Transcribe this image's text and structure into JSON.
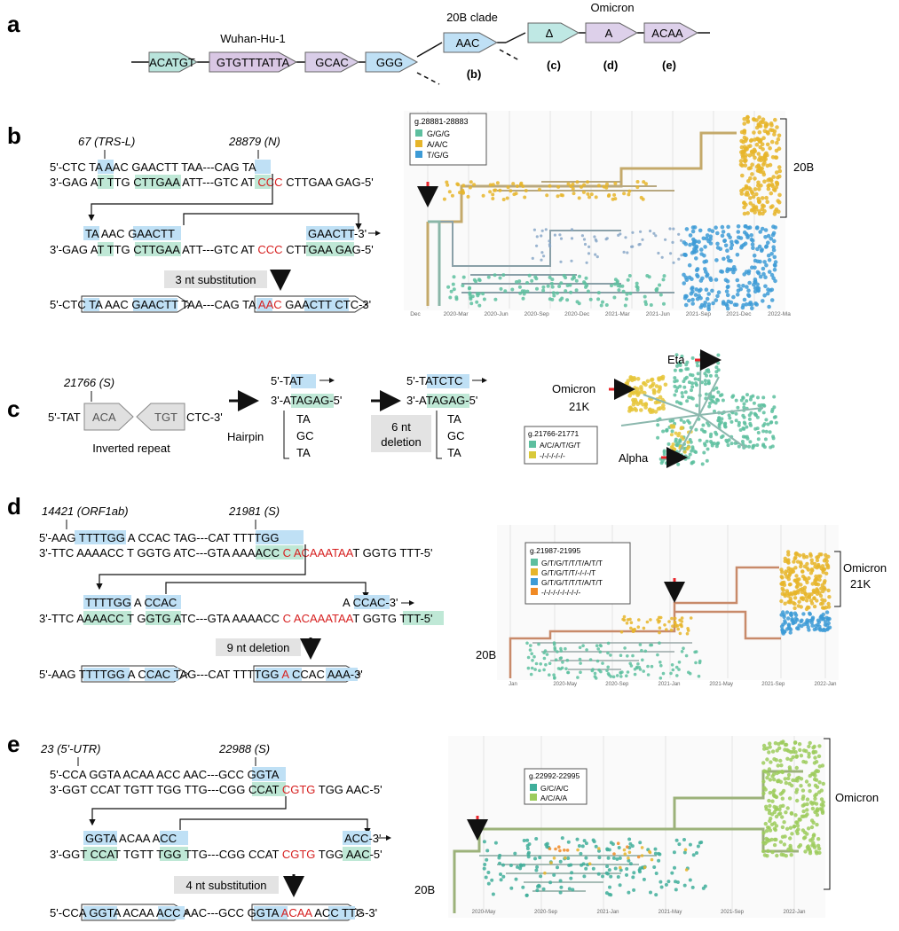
{
  "panels": {
    "a": "a",
    "b": "b",
    "c": "c",
    "d": "d",
    "e": "e"
  },
  "panel_a": {
    "wuhan_label": "Wuhan-Hu-1",
    "clade_label": "20B clade",
    "omicron_label": "Omicron",
    "segments": [
      "ACATGT",
      "GTGTTTATTA",
      "GCAC",
      "GGG",
      "AAC",
      "Δ",
      "A",
      "ACAA"
    ],
    "refs": [
      "(b)",
      "(c)",
      "(d)",
      "(e)"
    ]
  },
  "panel_b": {
    "pos1": "67 (TRS-L)",
    "pos2": "28879 (N)",
    "top_strand": [
      "5'-CTC ",
      "TA",
      " AAC GAACTT TAA---CAG ",
      "TA"
    ],
    "bottom_strand": [
      "3'-GAG ",
      "AT",
      " TTG ",
      "CTTGAA",
      " ATT---GTC ",
      "AT",
      " ",
      "CCC",
      " CTTGAA GAG-5'"
    ],
    "mid_top": [
      "TA",
      " AAC ",
      "GAACTT",
      "GAACTT",
      "-3'"
    ],
    "mid_bottom": [
      "3'-GAG ",
      "AT",
      " TTG ",
      "CTTGAA",
      " ATT---GTC AT ",
      "CCC",
      " ",
      "CTTGAA",
      " GAG-5'"
    ],
    "event": "3 nt substitution",
    "result": [
      "5'-CTC ",
      "TA",
      " AAC ",
      "GAACTT",
      " TAA---CAG ",
      "TA",
      " ",
      "AAC",
      " ",
      "GAACTT",
      " CTC-3'"
    ],
    "legend_title": "g.28881-28883",
    "legend": [
      {
        "label": "G/G/G",
        "color": "#5dbf9f"
      },
      {
        "label": "A/A/C",
        "color": "#e6b52a"
      },
      {
        "label": "T/G/G",
        "color": "#3d9bd6"
      }
    ],
    "bracket_label": "20B"
  },
  "panel_c": {
    "pos": "21766 (S)",
    "seq": [
      "5'-TAT ",
      "ACA",
      "TGT",
      " CTC-3'"
    ],
    "repeat_label": "Inverted repeat",
    "hairpin_top": "TAT",
    "hairpin_bottom": "ATAGAG",
    "hairpin_5": "5'-",
    "hairpin_3": "3'-",
    "end5": "-5'",
    "hairpin_pairs": [
      "TA",
      "GC",
      "TA"
    ],
    "hairpin_label": "Hairpin",
    "event": [
      "6 nt",
      "deletion"
    ],
    "result_top": "TATCTC",
    "legend_title": "g.21766-21771",
    "legend": [
      {
        "label": "A/C/A/T/G/T",
        "color": "#5dbf9f"
      },
      {
        "label": "-/-/-/-/-/-",
        "color": "#d9c93a"
      }
    ],
    "labels": [
      "Omicron",
      "21K",
      "Eta",
      "Alpha"
    ]
  },
  "panel_d": {
    "pos1": "14421 (ORF1ab)",
    "pos2": "21981 (S)",
    "top_strand": [
      "5'-AAG ",
      "TTTTGG",
      " A CCAC TAG---CAT ",
      "TTTTGG"
    ],
    "bottom_strand": [
      "3'-TTC AAAACC T GGTG ATC---GTA ",
      "AAAACC",
      " ",
      "C ACAAATAA",
      "T GGTG TTT-5'"
    ],
    "mid_top": [
      "TTTTGG",
      " A ",
      "CCAC",
      "A ",
      "CCAC",
      "-3'"
    ],
    "mid_bottom": [
      "3'-TTC ",
      "AAAACC",
      " T ",
      "GGTG",
      " ATC---GTA AAAACC ",
      "C ACAAATAA",
      "T ",
      "GGTG",
      " TTT-5'"
    ],
    "event": "9 nt deletion",
    "result": [
      "5'-AAG ",
      "TTTTGG",
      " A ",
      "CCAC",
      " TAG---CAT ",
      "TTTTGG",
      " ",
      "A",
      " ",
      "CCAC",
      " AAA-3'"
    ],
    "legend_title": "g.21987-21995",
    "legend": [
      {
        "label": "G/T/G/T/T/T/A/T/T",
        "color": "#5dbf9f"
      },
      {
        "label": "G/T/G/T/T/-/-/-/T",
        "color": "#e6b52a"
      },
      {
        "label": "G/T/G/T/T/T/A/T/T",
        "color": "#3d9bd6"
      },
      {
        "label": "-/-/-/-/-/-/-/-/-",
        "color": "#f08a24"
      }
    ],
    "labels": [
      "Omicron",
      "21K",
      "20B"
    ]
  },
  "panel_e": {
    "pos1": "23 (5'-UTR)",
    "pos2": "22988 (S)",
    "top_strand": [
      "5'-CCA GGTA ACAA ACC AAC---GCC ",
      "GGTA"
    ],
    "bottom_strand": [
      "3'-GGT CCAT TGTT TGG TTG---CGG ",
      "CCAT",
      " ",
      "CGTG",
      " TGG AAC-5'"
    ],
    "mid_top": [
      "GGTA",
      " ACAA ",
      "ACC",
      "ACC",
      "-3'"
    ],
    "mid_bottom": [
      "3'-GGT ",
      "CCAT",
      " TGTT ",
      "TGG",
      " TTG---CGG CCAT ",
      "CGTG",
      " ",
      "TGG",
      " AAC-5'"
    ],
    "event": "4 nt substitution",
    "result": [
      "5'-CCA ",
      "GGTA",
      " ACAA ",
      "ACC",
      " AAC---GCC ",
      "GGTA",
      " ",
      "ACAA",
      " ",
      "ACC",
      " TTG-3'"
    ],
    "legend_title": "g.22992-22995",
    "legend": [
      {
        "label": "G/C/A/C",
        "color": "#3fae9a"
      },
      {
        "label": "A/C/A/A",
        "color": "#9ccb5c"
      }
    ],
    "labels": [
      "Omicron",
      "20B"
    ]
  },
  "axis_b": [
    "Dec",
    "2020-Mar",
    "2020-Jun",
    "2020-Sep",
    "2020-Dec",
    "2021-Mar",
    "2021-Jun",
    "2021-Sep",
    "2021-Dec",
    "2022-Ma"
  ],
  "axis_d": [
    "Jan",
    "2020-May",
    "2020-Sep",
    "2021-Jan",
    "2021-May",
    "2021-Sep",
    "2022-Jan"
  ],
  "axis_e": [
    "2020-May",
    "2020-Sep",
    "2021-Jan",
    "2021-May",
    "2021-Sep",
    "2022-Jan"
  ],
  "colors": {
    "blue_hl": "#bfe0f5",
    "green_hl": "#bfe8d6",
    "red": "#d62020",
    "gray_box": "#e3e3e3",
    "arrow_red": "#e8242a"
  }
}
